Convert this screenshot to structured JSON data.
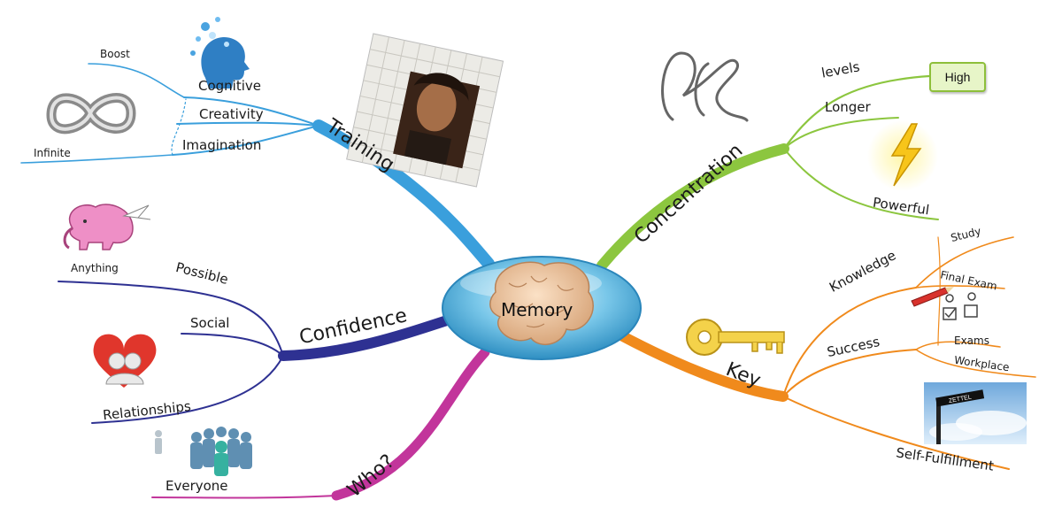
{
  "center": {
    "label": "Memory"
  },
  "branches": {
    "training": {
      "label": "Training",
      "color": "#3a9fdc",
      "children": {
        "cognitive": "Cognitive",
        "creativity": "Creativity",
        "imagination": "Imagination",
        "boost": "Boost",
        "infinite": "Infinite"
      }
    },
    "concentration": {
      "label": "Concentration",
      "color": "#8cc63f",
      "children": {
        "levels": "levels",
        "high": "High",
        "longer": "Longer",
        "powerful": "Powerful"
      }
    },
    "key": {
      "label": "Key",
      "color": "#f08a1c",
      "children": {
        "knowledge": "Knowledge",
        "study": "Study",
        "final_exam": "Final Exam",
        "success": "Success",
        "exams": "Exams",
        "workplace": "Workplace",
        "self_fulfillment": "Self-Fulfillment",
        "sign_text": "ZETTEL"
      }
    },
    "confidence": {
      "label": "Confidence",
      "color": "#2e3192",
      "children": {
        "possible": "Possible",
        "anything": "Anything",
        "social": "Social",
        "relationships": "Relationships"
      }
    },
    "who": {
      "label": "Who?",
      "color": "#c2359b",
      "children": {
        "everyone": "Everyone"
      }
    }
  },
  "icons": [
    "brain-icon",
    "head-profile-icon",
    "infinity-icon",
    "portrait-photo",
    "squiggle-icon",
    "lightning-icon",
    "key-icon",
    "pencil-icon",
    "checkbox-icon",
    "signpost-photo",
    "flying-elephant-icon",
    "heart-couple-icon",
    "crowd-icon",
    "single-person-icon"
  ]
}
